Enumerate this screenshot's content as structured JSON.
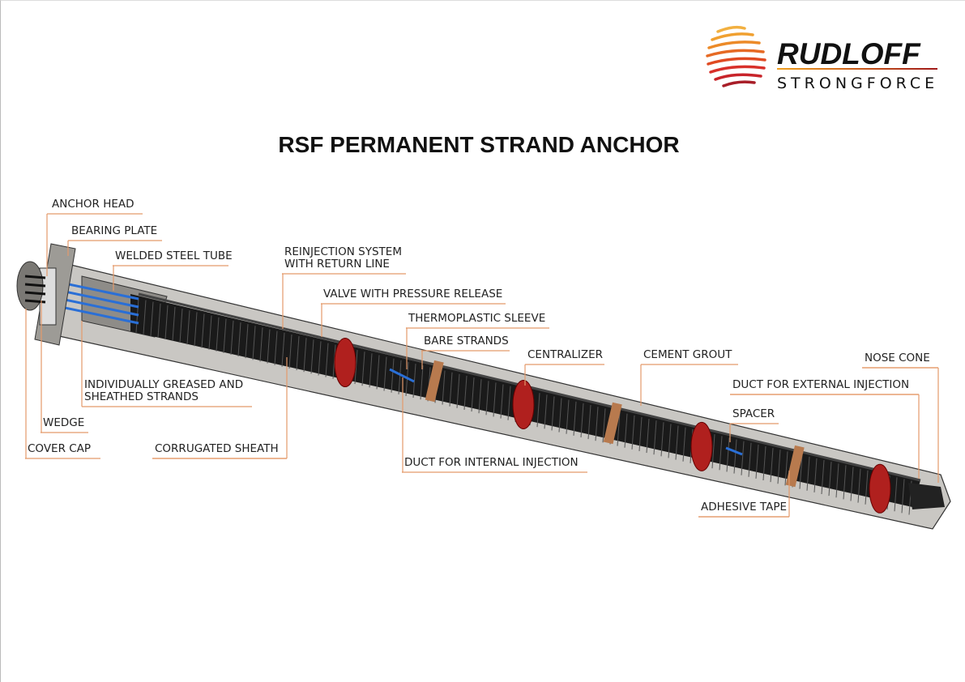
{
  "logo": {
    "brand": "RUDLOFF",
    "sub": "STRONGFORCE"
  },
  "title": "RSF PERMANENT STRAND ANCHOR",
  "labels": [
    {
      "id": "anchor-head",
      "lines": [
        "ANCHOR HEAD"
      ]
    },
    {
      "id": "bearing-plate",
      "lines": [
        "BEARING PLATE"
      ]
    },
    {
      "id": "welded-steel-tube",
      "lines": [
        "WELDED STEEL TUBE"
      ]
    },
    {
      "id": "reinjection-system",
      "lines": [
        "REINJECTION SYSTEM",
        "WITH RETURN LINE"
      ]
    },
    {
      "id": "valve",
      "lines": [
        "VALVE WITH PRESSURE RELEASE"
      ]
    },
    {
      "id": "thermoplastic-sleeve",
      "lines": [
        "THERMOPLASTIC SLEEVE"
      ]
    },
    {
      "id": "bare-strands",
      "lines": [
        "BARE STRANDS"
      ]
    },
    {
      "id": "centralizer",
      "lines": [
        "CENTRALIZER"
      ]
    },
    {
      "id": "cement-grout",
      "lines": [
        "CEMENT GROUT"
      ]
    },
    {
      "id": "nose-cone",
      "lines": [
        "NOSE CONE"
      ]
    },
    {
      "id": "duct-external",
      "lines": [
        "DUCT FOR EXTERNAL INJECTION"
      ]
    },
    {
      "id": "spacer",
      "lines": [
        "SPACER"
      ]
    },
    {
      "id": "adhesive-tape",
      "lines": [
        "ADHESIVE TAPE"
      ]
    },
    {
      "id": "greased-strands",
      "lines": [
        "INDIVIDUALLY GREASED AND",
        "SHEATHED STRANDS"
      ]
    },
    {
      "id": "wedge",
      "lines": [
        "WEDGE"
      ]
    },
    {
      "id": "cover-cap",
      "lines": [
        "COVER CAP"
      ]
    },
    {
      "id": "corrugated-sheath",
      "lines": [
        "CORRUGATED SHEATH"
      ]
    },
    {
      "id": "duct-internal",
      "lines": [
        "DUCT FOR INTERNAL INJECTION"
      ]
    }
  ],
  "colors": {
    "leader": "#e49a6a",
    "grout": "#c9c7c3",
    "sheath": "#1a1a1a",
    "centralizer": "#b0201e",
    "tape": "#b87a4e",
    "strands": "#2a6fd6"
  }
}
